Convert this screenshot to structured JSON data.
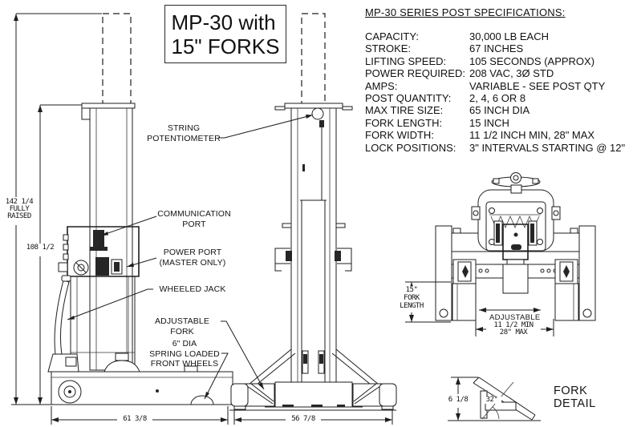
{
  "title_box": {
    "text": "MP-30 with\n15\" FORKS"
  },
  "specs": {
    "heading": "MP-30 SERIES POST SPECIFICATIONS:",
    "rows": [
      {
        "label": "CAPACITY:",
        "value": "30,000 LB EACH"
      },
      {
        "label": "STROKE:",
        "value": "67 INCHES"
      },
      {
        "label": "LIFTING SPEED:",
        "value": "105 SECONDS (APPROX)"
      },
      {
        "label": "POWER REQUIRED:",
        "value": "208 VAC, 3Ø STD"
      },
      {
        "label": "AMPS:",
        "value": "VARIABLE - SEE POST QTY"
      },
      {
        "label": "POST QUANTITY:",
        "value": "2, 4, 6 OR 8"
      },
      {
        "label": "MAX TIRE SIZE:",
        "value": "65 INCH DIA"
      },
      {
        "label": "FORK LENGTH:",
        "value": "15 INCH"
      },
      {
        "label": "FORK WIDTH:",
        "value": "11 1/2 INCH MIN, 28\" MAX"
      },
      {
        "label": "LOCK POSITIONS:",
        "value": "3\" INTERVALS STARTING @ 12\""
      }
    ]
  },
  "callouts": {
    "string_potentiometer": "STRING\nPOTENTIOMETER",
    "communication_port": "COMMUNICATION\nPORT",
    "power_port": "POWER PORT\n(MASTER ONLY)",
    "wheeled_jack": "WHEELED JACK",
    "adjustable_fork": "ADJUSTABLE FORK",
    "front_wheels": "6\" DIA\nSPRING LOADED\nFRONT WHEELS"
  },
  "dimensions": {
    "fully_raised_height": "142 1/4\nFULLY\nRAISED",
    "collapsed_height": "108 1/2",
    "side_view_width": "61 3/8",
    "front_view_width": "56 7/8",
    "fork_length": "15\"\nFORK\nLENGTH",
    "adjustable_word": "ADJUSTABLE",
    "fork_spread_range": "11 1/2 MIN\n28\" MAX",
    "fork_height": "6 1/8",
    "fork_angle": "32°",
    "fork_detail_title": "FORK\nDETAIL"
  }
}
